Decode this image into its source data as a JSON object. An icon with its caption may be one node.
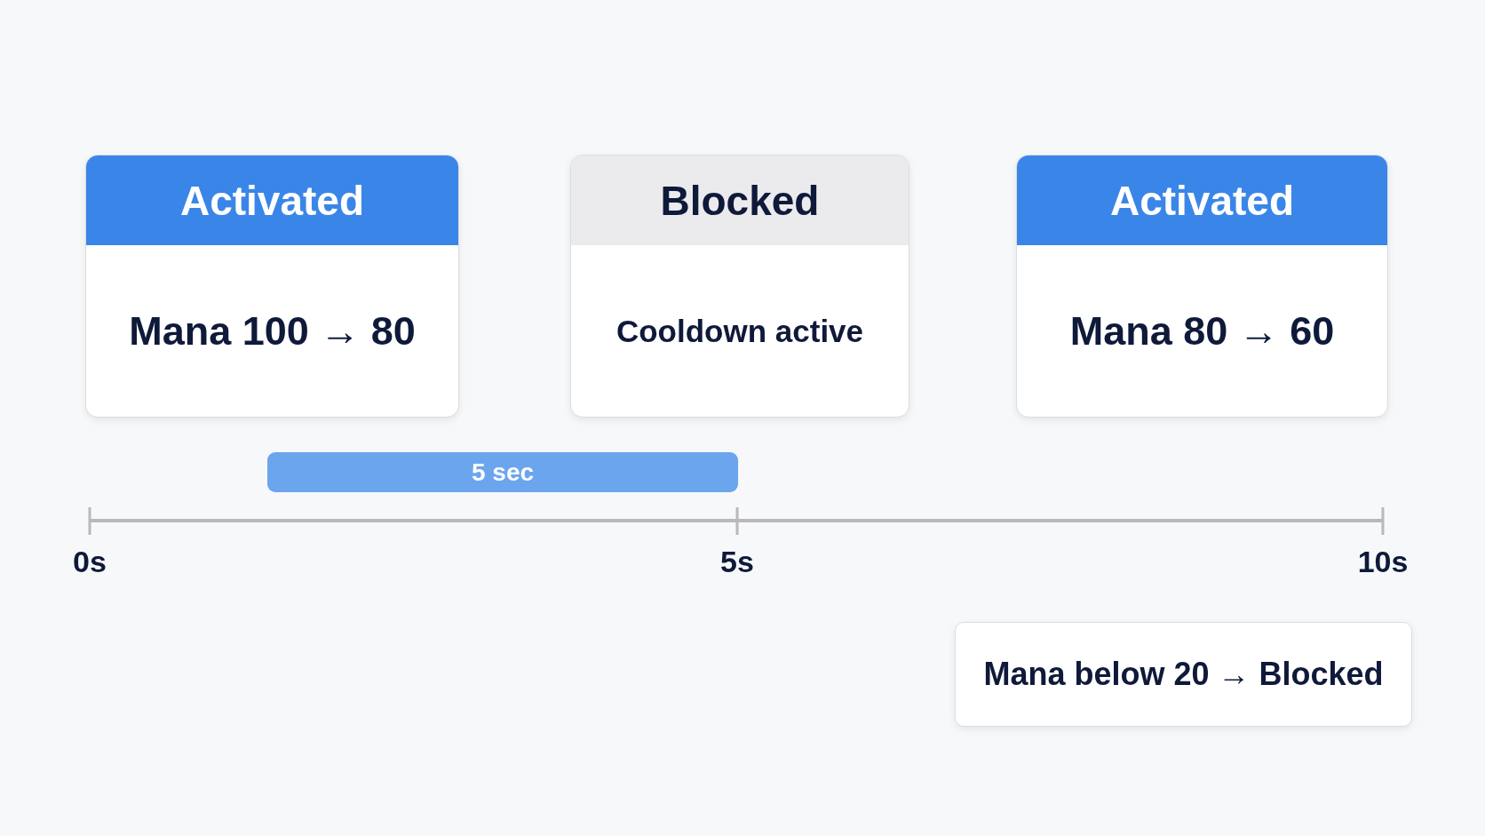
{
  "diagram": {
    "nodes": [
      {
        "text": [
          "Activated",
          "Mana 100 → 80"
        ]
      },
      {
        "text": [
          "Blocked",
          "Cooldown active"
        ]
      },
      {
        "text": [
          "Activated",
          "Mana 80 → 60"
        ]
      },
      {
        "text": [
          "5 sec"
        ]
      },
      {
        "text": [
          "Mana below 20 → Blocked"
        ]
      }
    ],
    "labels": [
      "0s",
      "5s",
      "10s"
    ]
  }
}
